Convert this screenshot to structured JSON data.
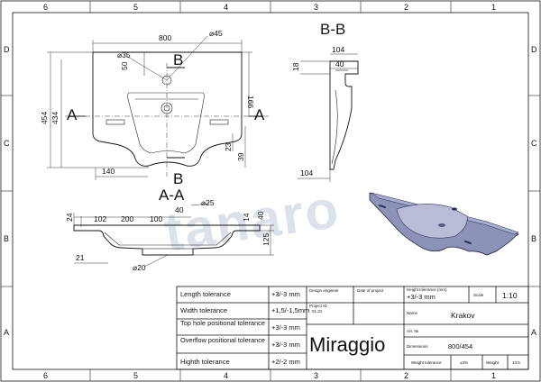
{
  "zones": {
    "cols": [
      "6",
      "5",
      "4",
      "3",
      "2",
      "1"
    ],
    "rows": [
      "D",
      "C",
      "B",
      "A"
    ]
  },
  "watermark": "tanaro",
  "top_view": {
    "dims": {
      "width": "800",
      "hole": "⌀45",
      "hole2": "⌀35",
      "d50": "50",
      "d166": "166",
      "d454": "454",
      "d434": "434",
      "d23": "23",
      "d39": "39",
      "d140": "140"
    },
    "section_b": "B",
    "section_b2": "B",
    "section_a": "A",
    "section_a2": "A"
  },
  "bb_view": {
    "title": "B-B",
    "dims": {
      "d104": "104",
      "d40": "40",
      "d18": "18",
      "d104b": "104"
    }
  },
  "aa_view": {
    "title": "A-A",
    "dims": {
      "d24": "24",
      "d102": "102",
      "d200": "200",
      "d100": "100",
      "d40": "40",
      "d25": "⌀25",
      "d14": "14",
      "d40b": "40",
      "d125": "125",
      "d21": "21",
      "d20": "⌀20"
    }
  },
  "title_block": {
    "rows": [
      {
        "label": "Length tolerance",
        "value": "+3/-3 mm"
      },
      {
        "label": "Width tolerance",
        "value": "+1,5/-1,5mm"
      },
      {
        "label": "Top hole positional tolerance",
        "value": "+3/-3 mm"
      },
      {
        "label": "Overflow positional tolerance",
        "value": "+3/-3 mm"
      },
      {
        "label": "Highth tolerance",
        "value": "+2/-2 mm"
      }
    ],
    "design_engineer": "Design engineer",
    "date_of_project": "Date of project",
    "project_id": "Project ID",
    "project_id_value": "01.31",
    "height_tolerance_label": "Height tolerance (mm)",
    "height_tolerance_value": "+3/-3 mm",
    "scale_label": "Scale",
    "scale_value": "1:10",
    "name_label": "Name",
    "name_value": "Krakov",
    "art_label": "Art. №",
    "dimensions_label": "Dimensions",
    "dimensions_value": "800/454",
    "weight_tolerance_label": "Weight tolerance",
    "weight_tolerance_value": "±3%",
    "weight_label": "Weight",
    "weight_value": "13.5",
    "brand": "Miraggio"
  }
}
